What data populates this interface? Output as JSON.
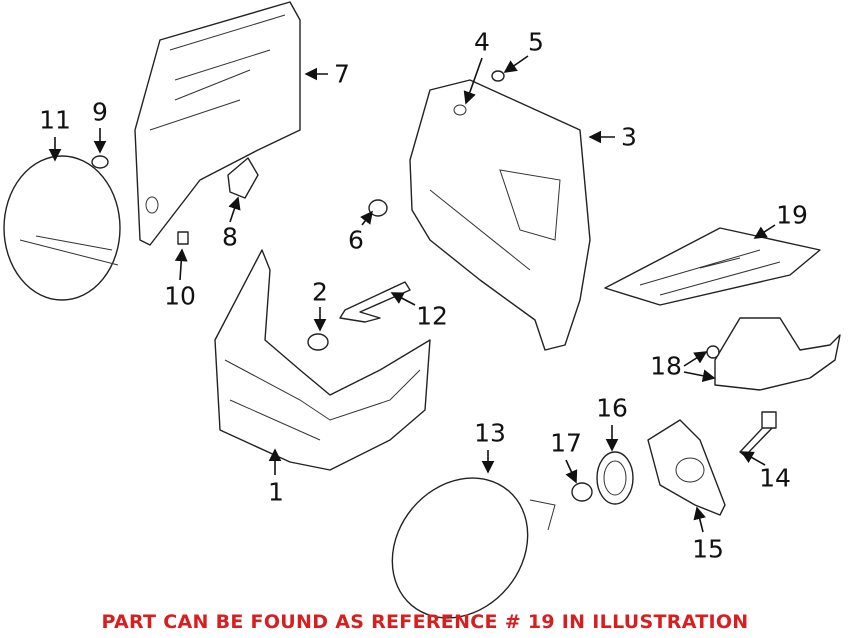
{
  "diagram": {
    "callouts": [
      {
        "id": "c1",
        "label": "1"
      },
      {
        "id": "c2",
        "label": "2"
      },
      {
        "id": "c3",
        "label": "3"
      },
      {
        "id": "c4",
        "label": "4"
      },
      {
        "id": "c5",
        "label": "5"
      },
      {
        "id": "c6",
        "label": "6"
      },
      {
        "id": "c7",
        "label": "7"
      },
      {
        "id": "c8",
        "label": "8"
      },
      {
        "id": "c9",
        "label": "9"
      },
      {
        "id": "c10",
        "label": "10"
      },
      {
        "id": "c11",
        "label": "11"
      },
      {
        "id": "c12",
        "label": "12"
      },
      {
        "id": "c13",
        "label": "13"
      },
      {
        "id": "c14",
        "label": "14"
      },
      {
        "id": "c15",
        "label": "15"
      },
      {
        "id": "c16",
        "label": "16"
      },
      {
        "id": "c17",
        "label": "17"
      },
      {
        "id": "c18",
        "label": "18"
      },
      {
        "id": "c19",
        "label": "19"
      }
    ],
    "caption": "PART CAN BE FOUND AS REFERENCE # 19 IN ILLUSTRATION",
    "caption_color": "#d81e1e"
  }
}
